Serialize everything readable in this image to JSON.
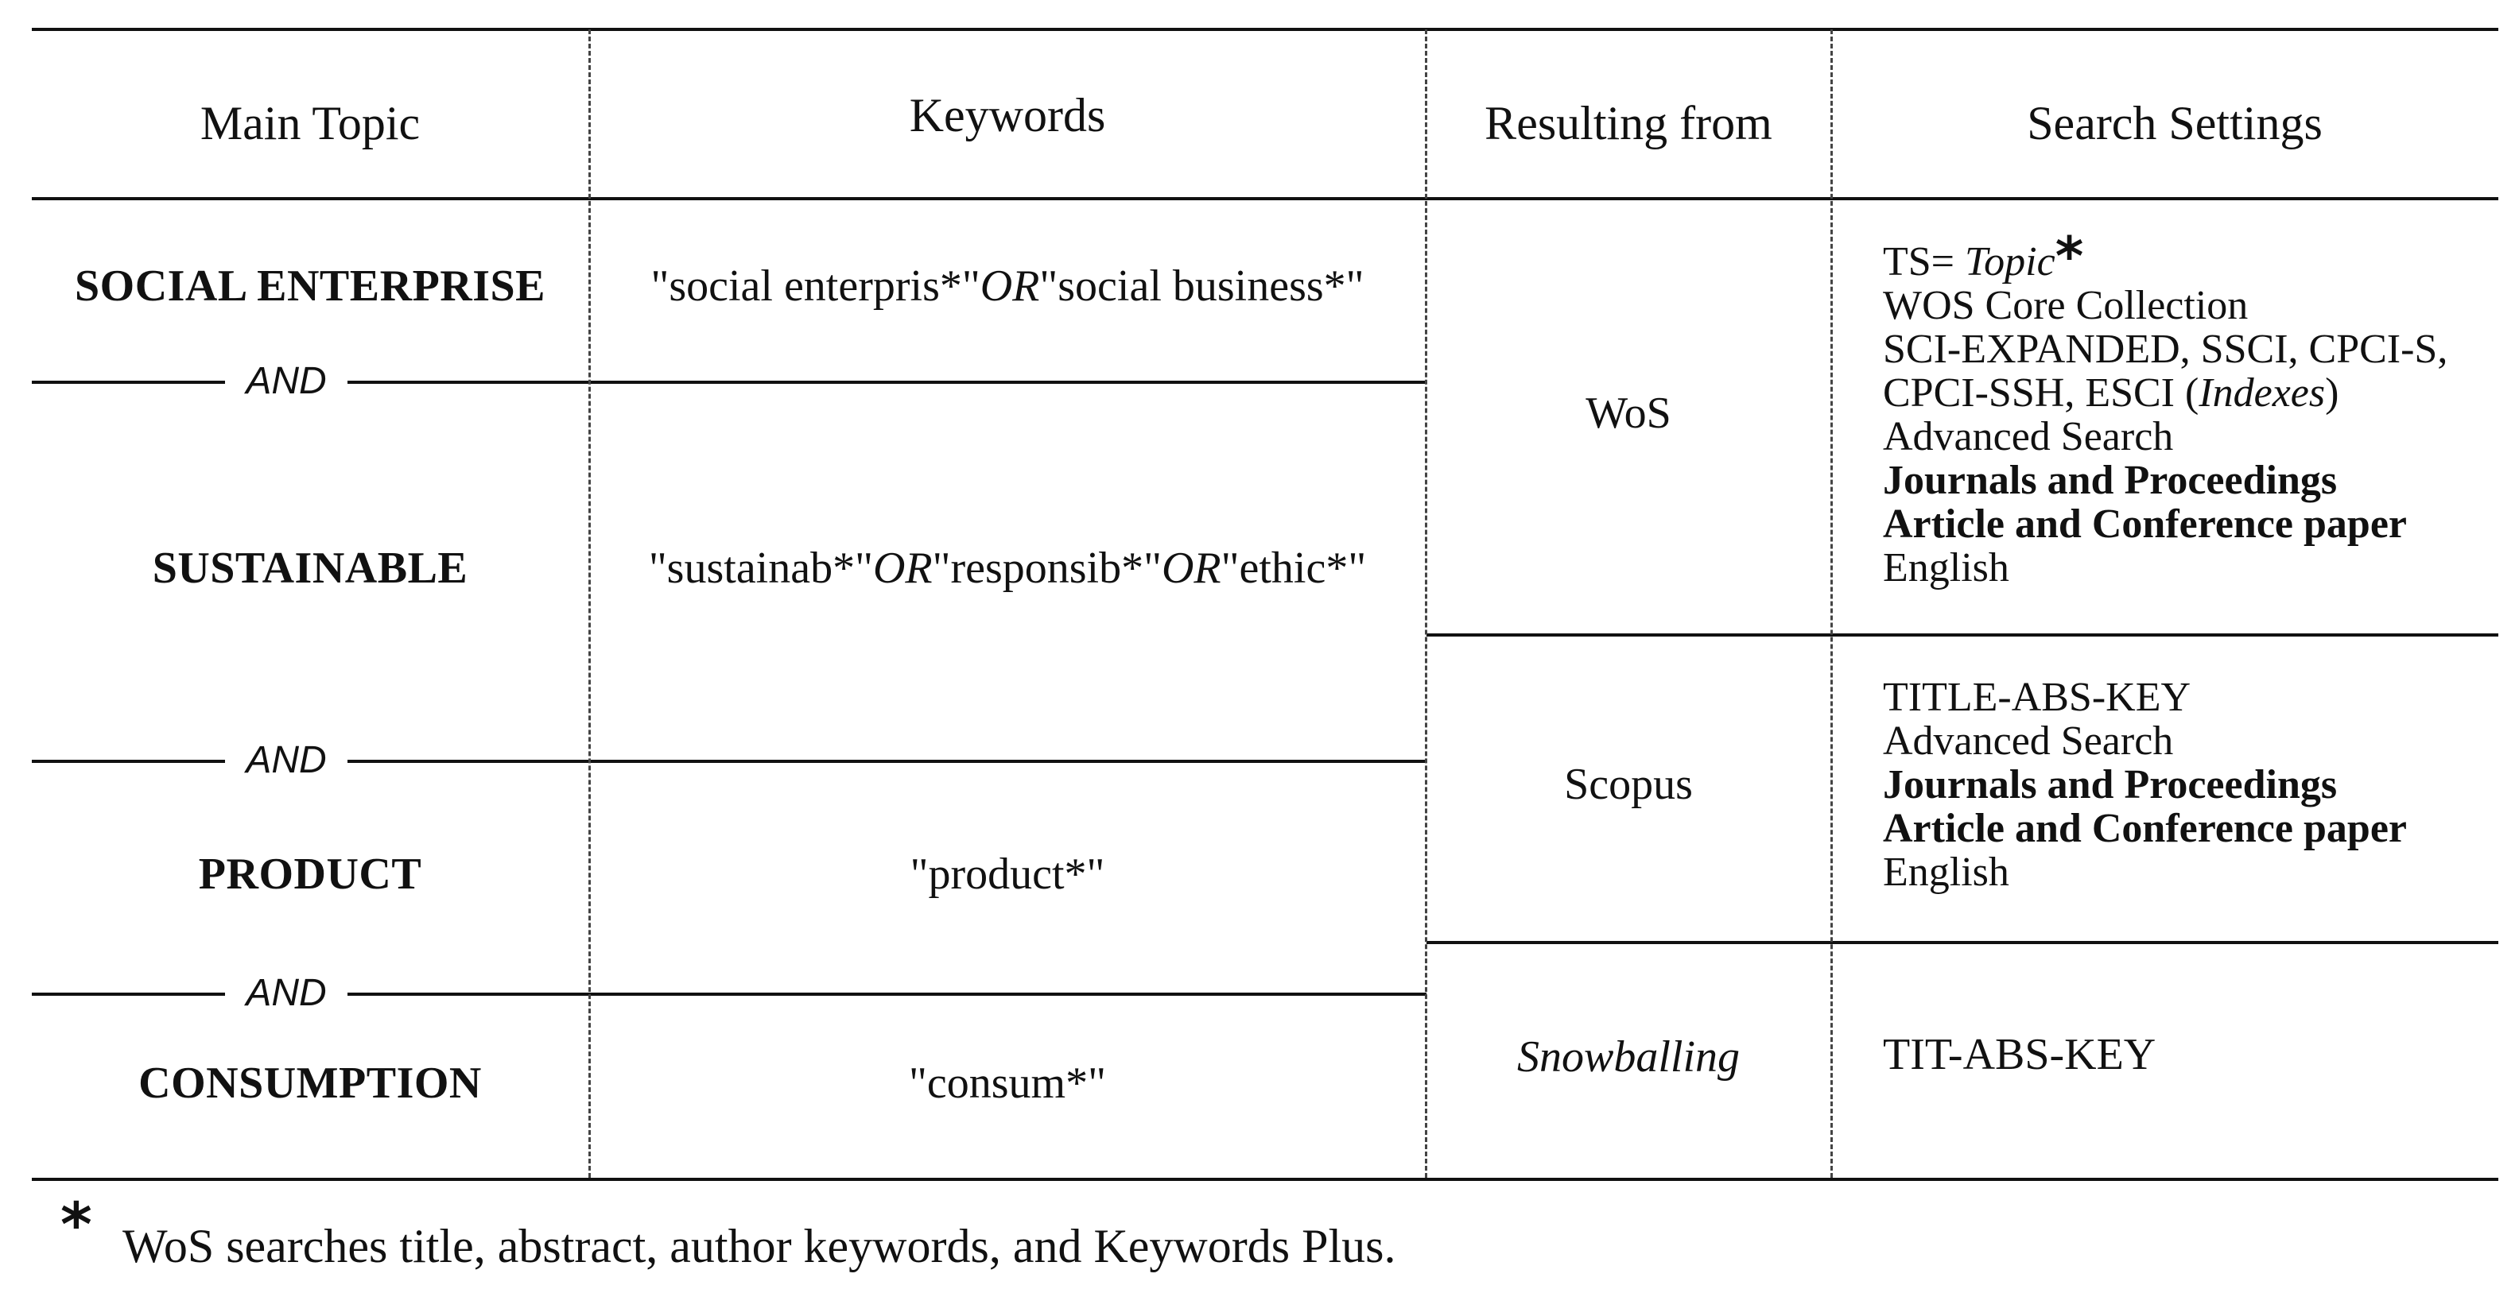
{
  "headers": {
    "main_topic": "Main Topic",
    "keywords": "Keywords",
    "resulting_from": "Resulting from",
    "search_settings": "Search Settings"
  },
  "topics": [
    {
      "name": "SOCIAL ENTERPRISE",
      "keywords_parts": [
        "\"social enterpris*\" ",
        "OR",
        " \"social business*\""
      ]
    },
    {
      "name": "SUSTAINABLE",
      "keywords_parts": [
        "\"sustainab*\" ",
        "OR",
        " \"responsib*\" ",
        "OR",
        " \"ethic*\""
      ]
    },
    {
      "name": "PRODUCT",
      "keywords_parts": [
        "\"product*\""
      ]
    },
    {
      "name": "CONSUMPTION",
      "keywords_parts": [
        "\"consum*\""
      ]
    }
  ],
  "operator": "AND",
  "sources": [
    {
      "name": "WoS",
      "settings": {
        "ts_prefix": "TS= ",
        "ts_topic": "Topic",
        "star": "*",
        "collection": "WOS Core Collection",
        "indexes_line1": "SCI-EXPANDED, SSCI, CPCI-S,",
        "indexes_line2": "CPCI-SSH, ESCI (",
        "indexes_label": "Indexes",
        "indexes_close": ")",
        "search_type": "Advanced Search",
        "source_types": "Journals and Proceedings",
        "doc_types": "Article and Conference paper",
        "language": "English"
      }
    },
    {
      "name": "Scopus",
      "settings": {
        "field": "TITLE-ABS-KEY",
        "search_type": "Advanced Search",
        "source_types": "Journals and Proceedings",
        "doc_types": "Article and Conference paper",
        "language": "English"
      }
    },
    {
      "name": "Snowballing",
      "settings": {
        "field": "TIT-ABS-KEY"
      }
    }
  ],
  "footnote": {
    "star": "*",
    "text": "WoS searches title, abstract, author keywords, and Keywords Plus."
  }
}
